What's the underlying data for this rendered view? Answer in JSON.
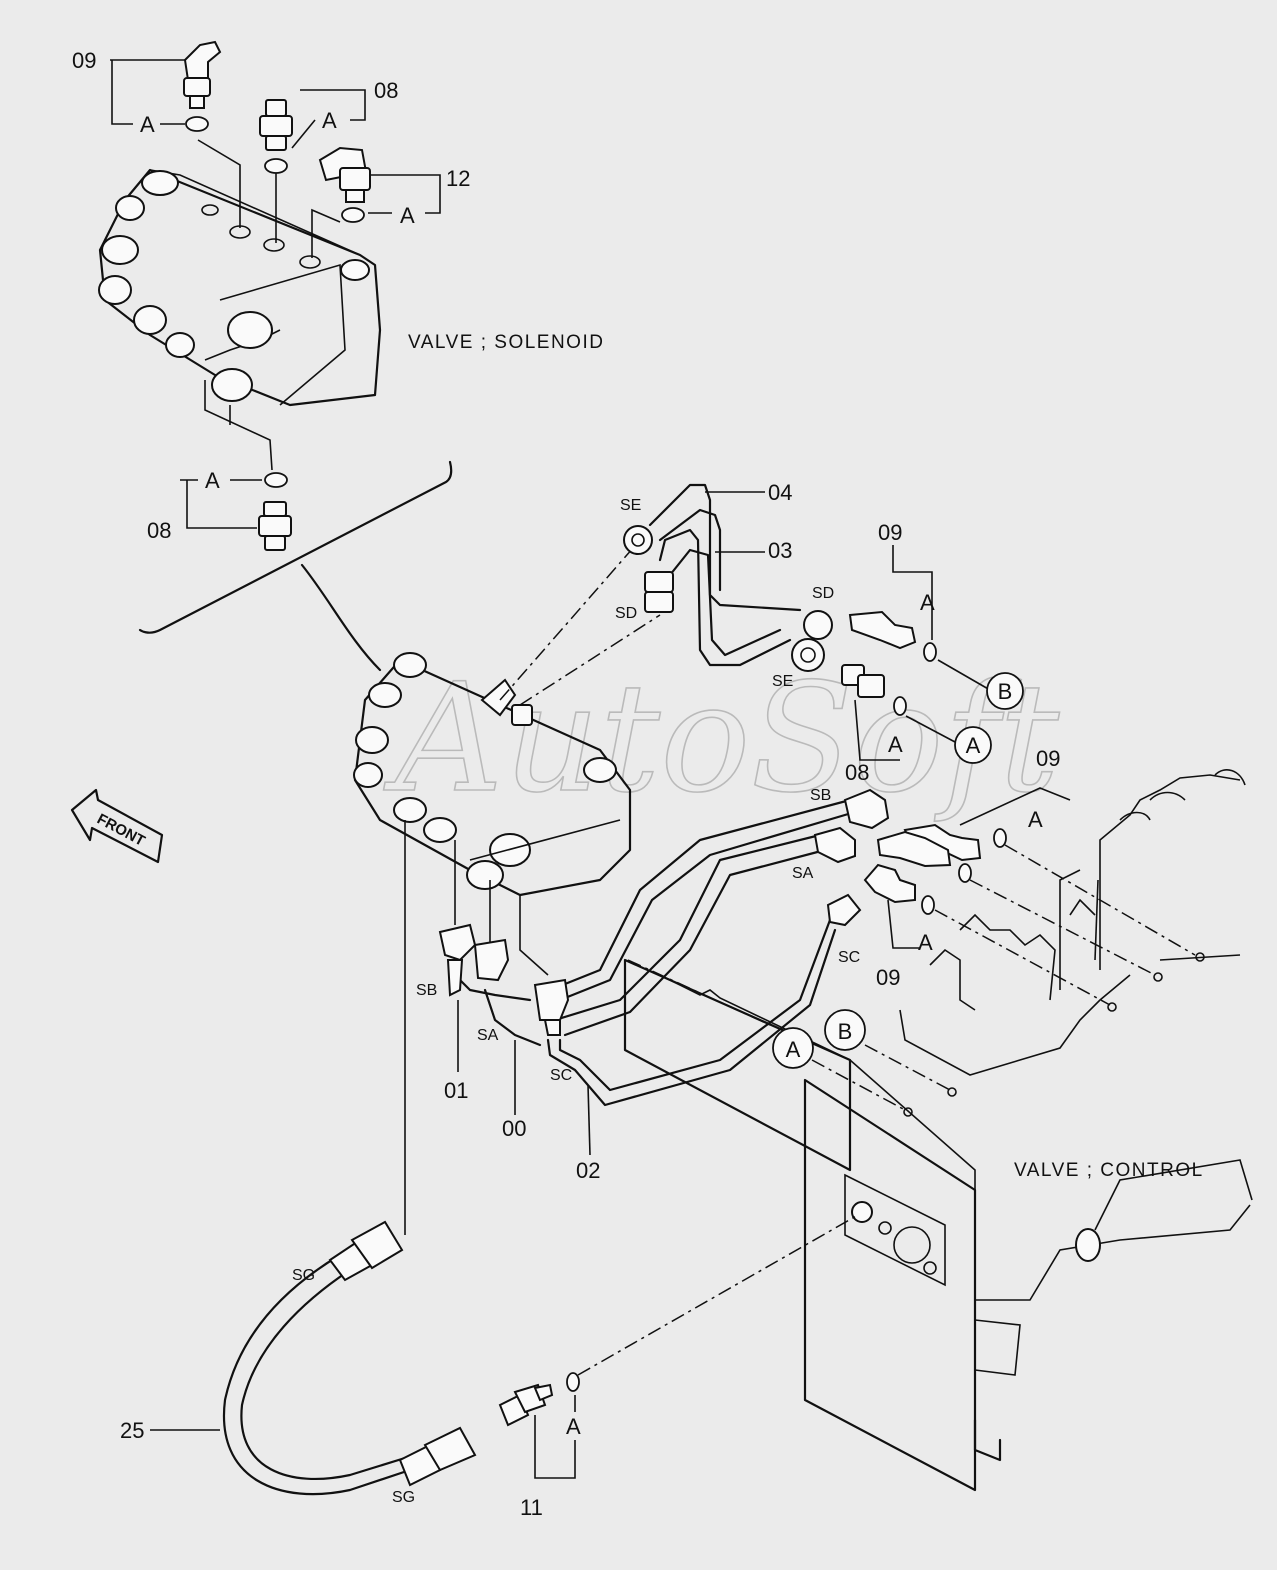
{
  "titles": {
    "solenoid_valve": "VALVE ; SOLENOID",
    "control_valve": "VALVE ; CONTROL"
  },
  "direction": "FRONT",
  "watermark": "AutoSoft",
  "callouts": {
    "p09_top": "09",
    "p08_top": "08",
    "p12": "12",
    "p08_mid": "08",
    "p04": "04",
    "p03": "03",
    "p09_right_top": "09",
    "p08_right": "08",
    "p09_right_mid": "09",
    "p09_right_low": "09",
    "p01": "01",
    "p00": "00",
    "p02": "02",
    "p25": "25",
    "p11": "11"
  },
  "seal_marks": {
    "a1": "A",
    "a2": "A",
    "a3": "A",
    "a4": "A",
    "a5": "A",
    "a6": "A",
    "a7": "A",
    "a8": "A",
    "a9": "A",
    "a10": "A"
  },
  "port_labels": {
    "se_top": "SE",
    "sd_top": "SD",
    "sd_right": "SD",
    "se_right": "SE",
    "sb_right": "SB",
    "sa_right": "SA",
    "sc_right": "SC",
    "sb_left": "SB",
    "sa_left": "SA",
    "sc_left": "SC",
    "sg_top": "SG",
    "sg_bottom": "SG"
  },
  "connectors": {
    "b_upper": "B",
    "a_upper": "A",
    "a_lower": "A",
    "b_lower": "B"
  }
}
